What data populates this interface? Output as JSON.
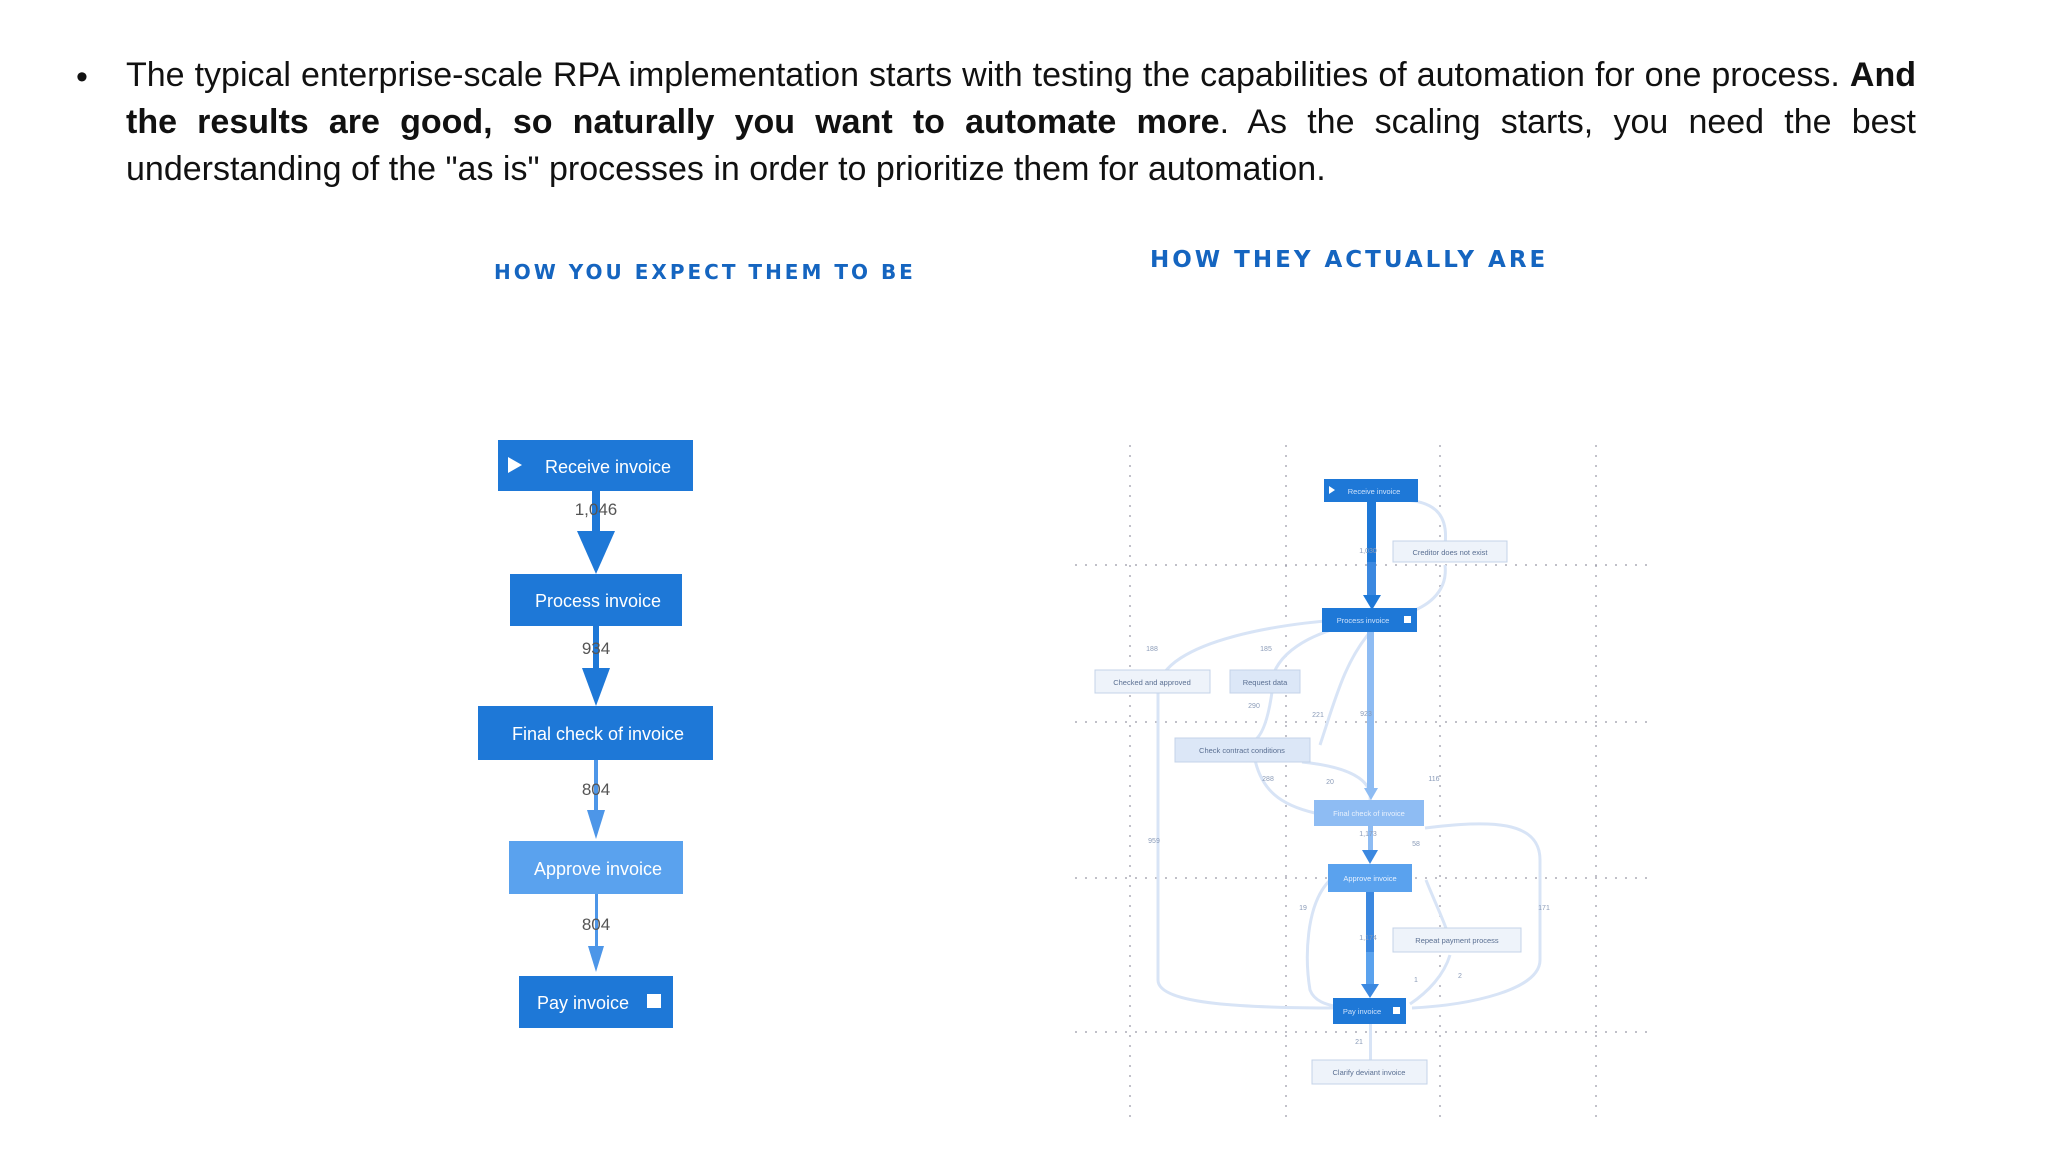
{
  "text": {
    "part1": "The typical enterprise-scale RPA implementation starts with testing the capabilities of automation for one process. ",
    "bold": "And the results are good, so naturally you want to automate more",
    "part2": ". As the scaling starts, you need the best understanding of the \"as is\" processes in order to prioritize them for automation."
  },
  "left_title": "HOW YOU EXPECT THEM TO BE",
  "right_title": "HOW THEY ACTUALLY ARE",
  "expected_flow": {
    "nodes": [
      "Receive invoice",
      "Process invoice",
      "Final check of invoice",
      "Approve invoice",
      "Pay invoice"
    ],
    "counts": [
      "1,046",
      "934",
      "804",
      "804"
    ]
  },
  "actual_flow": {
    "main_nodes": [
      "Receive invoice",
      "Process invoice",
      "Final check of invoice",
      "Approve invoice",
      "Pay invoice"
    ],
    "side_nodes": [
      "Creditor does not exist",
      "Checked and approved",
      "Request data",
      "Check contract conditions",
      "Repeat payment process",
      "Clarify deviant invoice"
    ],
    "counts": [
      "1,030",
      "923",
      "1,173",
      "1,174",
      "188",
      "185",
      "290",
      "221",
      "288",
      "20",
      "116",
      "959",
      "58",
      "19",
      "171",
      "21",
      "2",
      "1"
    ]
  },
  "colors": {
    "title_blue": "#1565c0",
    "strong_blue": "#1e78d7",
    "light_blue": "#5aa2ee",
    "pale_blue": "#d8e4f6"
  }
}
